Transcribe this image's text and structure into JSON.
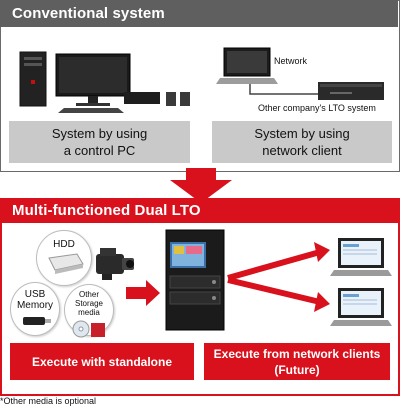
{
  "conventional": {
    "title": "Conventional system",
    "network_label": "Network",
    "other_lto_label": "Other company's LTO system",
    "left_caption_line1": "System by using",
    "left_caption_line2": "a control PC",
    "right_caption_line1": "System by using",
    "right_caption_line2": "network client"
  },
  "dual_lto": {
    "title": "Multi-functioned Dual LTO",
    "media": {
      "hdd": "HDD",
      "usb_line1": "USB",
      "usb_line2": "Memory",
      "other_line1": "Other",
      "other_line2": "Storage media"
    },
    "left_caption": "Execute with standalone",
    "right_caption_line1": "Execute from network clients",
    "right_caption_line2": "(Future)"
  },
  "footnote": "*Other media is optional",
  "colors": {
    "red": "#d8111c",
    "dark_header": "#5f5f5f",
    "label_grey": "#c9c9c9"
  }
}
